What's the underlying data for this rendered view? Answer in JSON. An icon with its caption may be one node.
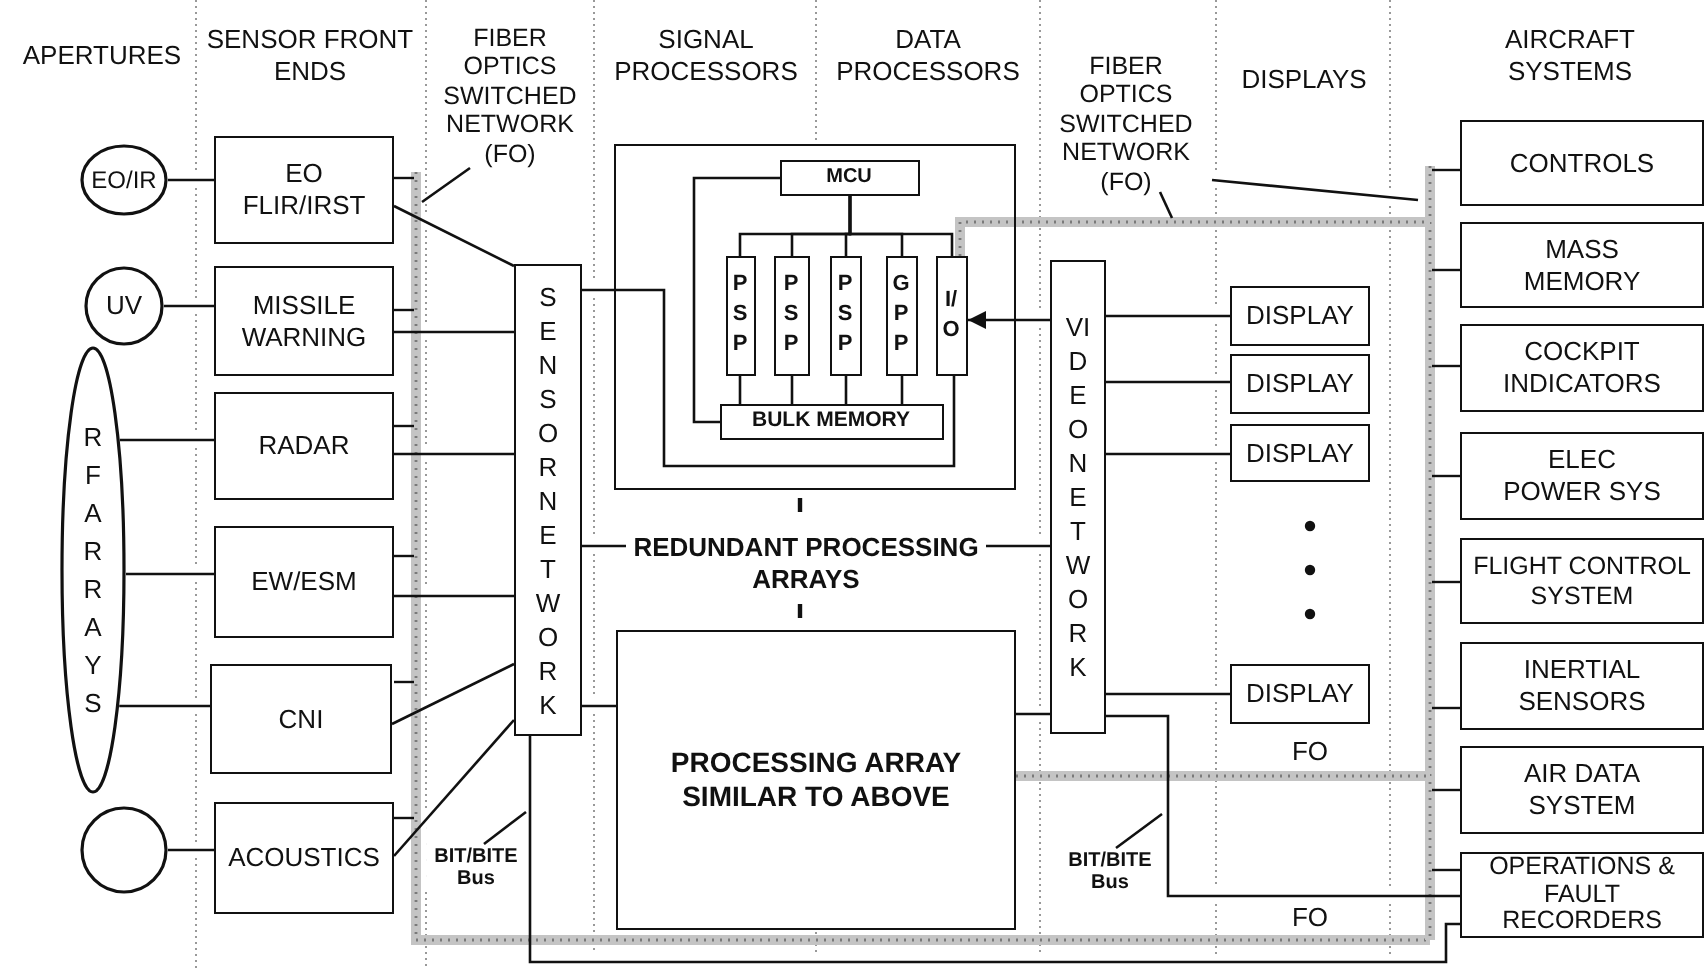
{
  "diagram": {
    "nodes": [
      {
        "text": [
          "EO/IR"
        ]
      },
      {
        "text": [
          "UV"
        ]
      },
      {
        "text": [
          "RF ARRAYS"
        ]
      },
      {
        "text": [],
        "shape": "circle"
      },
      {
        "text": [
          "EO FLIR/IRST"
        ]
      },
      {
        "text": [
          "MISSILE WARNING"
        ]
      },
      {
        "text": [
          "RADAR"
        ]
      },
      {
        "text": [
          "EW/ESM"
        ]
      },
      {
        "text": [
          "CNI"
        ]
      },
      {
        "text": [
          "ACOUSTICS"
        ]
      },
      {
        "text": [
          "SENSOR NETWORK"
        ]
      },
      {
        "text": [],
        "shape": "box"
      },
      {
        "text": [
          "MCU"
        ],
        "in": 11
      },
      {
        "text": [
          "PSP"
        ],
        "in": 11
      },
      {
        "text": [
          "PSP"
        ],
        "in": 11
      },
      {
        "text": [
          "PSP"
        ],
        "in": 11
      },
      {
        "text": [
          "GPP"
        ],
        "in": 11
      },
      {
        "text": [
          "I/O"
        ],
        "in": 11
      },
      {
        "text": [
          "BULK MEMORY"
        ],
        "in": 11
      },
      {
        "text": [
          "REDUNDANT PROCESSING ARRAYS"
        ]
      },
      {
        "text": [
          "PROCESSING ARRAY SIMILAR TO ABOVE"
        ]
      },
      {
        "text": [
          "VIDEO NETWORK"
        ]
      },
      {
        "text": [
          "DISPLAY"
        ]
      },
      {
        "text": [
          "DISPLAY"
        ]
      },
      {
        "text": [
          "DISPLAY"
        ]
      },
      {
        "text": [
          "DISPLAY"
        ]
      },
      {
        "text": [
          "CONTROLS"
        ]
      },
      {
        "text": [
          "MASS MEMORY"
        ]
      },
      {
        "text": [
          "COCKPIT INDICATORS"
        ]
      },
      {
        "text": [
          "ELEC POWER SYS"
        ]
      },
      {
        "text": [
          "FLIGHT CONTROL SYSTEM"
        ]
      },
      {
        "text": [
          "INERTIAL SENSORS"
        ]
      },
      {
        "text": [
          "AIR DATA SYSTEM"
        ]
      },
      {
        "text": [
          "OPERATIONS & FAULT RECORDERS"
        ]
      },
      {
        "text": [
          "FIBER OPTICS SWITCHED NETWORK (FO)"
        ]
      },
      {
        "text": [
          "FIBER OPTICS SWITCHED NETWORK (FO)"
        ]
      },
      {
        "text": [
          "BIT/BITE Bus"
        ]
      },
      {
        "text": [
          "BIT/BITE Bus"
        ]
      }
    ],
    "edges": [
      {
        "from": 0,
        "to": 4,
        "arrow": "none"
      },
      {
        "from": 1,
        "to": 5,
        "arrow": "none"
      },
      {
        "from": 2,
        "to": 6,
        "arrow": "none"
      },
      {
        "from": 2,
        "to": 7,
        "arrow": "none"
      },
      {
        "from": 2,
        "to": 8,
        "arrow": "none"
      },
      {
        "from": 3,
        "to": 9,
        "arrow": "none"
      },
      {
        "from": 4,
        "to": 10,
        "arrow": "none"
      },
      {
        "from": 5,
        "to": 10,
        "arrow": "none"
      },
      {
        "from": 6,
        "to": 10,
        "arrow": "none"
      },
      {
        "from": 7,
        "to": 10,
        "arrow": "none"
      },
      {
        "from": 8,
        "to": 10,
        "arrow": "none"
      },
      {
        "from": 9,
        "to": 10,
        "arrow": "none"
      },
      {
        "from": 10,
        "to": 17,
        "arrow": "none"
      },
      {
        "from": 12,
        "to": 13,
        "arrow": "none"
      },
      {
        "from": 12,
        "to": 14,
        "arrow": "none"
      },
      {
        "from": 12,
        "to": 15,
        "arrow": "none"
      },
      {
        "from": 12,
        "to": 16,
        "arrow": "none"
      },
      {
        "from": 12,
        "to": 17,
        "arrow": "none"
      },
      {
        "from": 13,
        "to": 18,
        "arrow": "none"
      },
      {
        "from": 14,
        "to": 18,
        "arrow": "none"
      },
      {
        "from": 15,
        "to": 18,
        "arrow": "none"
      },
      {
        "from": 16,
        "to": 18,
        "arrow": "none"
      },
      {
        "from": 12,
        "to": 18,
        "arrow": "none"
      },
      {
        "from": 21,
        "to": 17,
        "arrow": "to"
      },
      {
        "from": 21,
        "to": 22,
        "arrow": "none"
      },
      {
        "from": 21,
        "to": 23,
        "arrow": "none"
      },
      {
        "from": 21,
        "to": 24,
        "arrow": "none"
      },
      {
        "from": 21,
        "to": 25,
        "arrow": "none"
      },
      {
        "from": 19,
        "to": 10,
        "arrow": "none"
      },
      {
        "from": 19,
        "to": 21,
        "arrow": "none"
      },
      {
        "from": 10,
        "to": 20,
        "arrow": "none"
      },
      {
        "from": 20,
        "to": 21,
        "arrow": "none"
      },
      {
        "from": 21,
        "to": 33,
        "arrow": "none"
      },
      {
        "from": 10,
        "to": 33,
        "arrow": "none"
      },
      {
        "from": 34,
        "to": null,
        "arrow": "none"
      },
      {
        "from": 35,
        "to": null,
        "arrow": "none"
      },
      {
        "from": 35,
        "to": null,
        "arrow": "none"
      },
      {
        "from": 36,
        "to": null,
        "arrow": "none"
      },
      {
        "from": 37,
        "to": null,
        "arrow": "none"
      }
    ],
    "labels": [
      "APERTURES",
      "SENSOR FRONT ENDS",
      "SIGNAL PROCESSORS",
      "DATA PROCESSORS",
      "DISPLAYS",
      "AIRCRAFT SYSTEMS",
      "FO",
      "FO"
    ]
  }
}
